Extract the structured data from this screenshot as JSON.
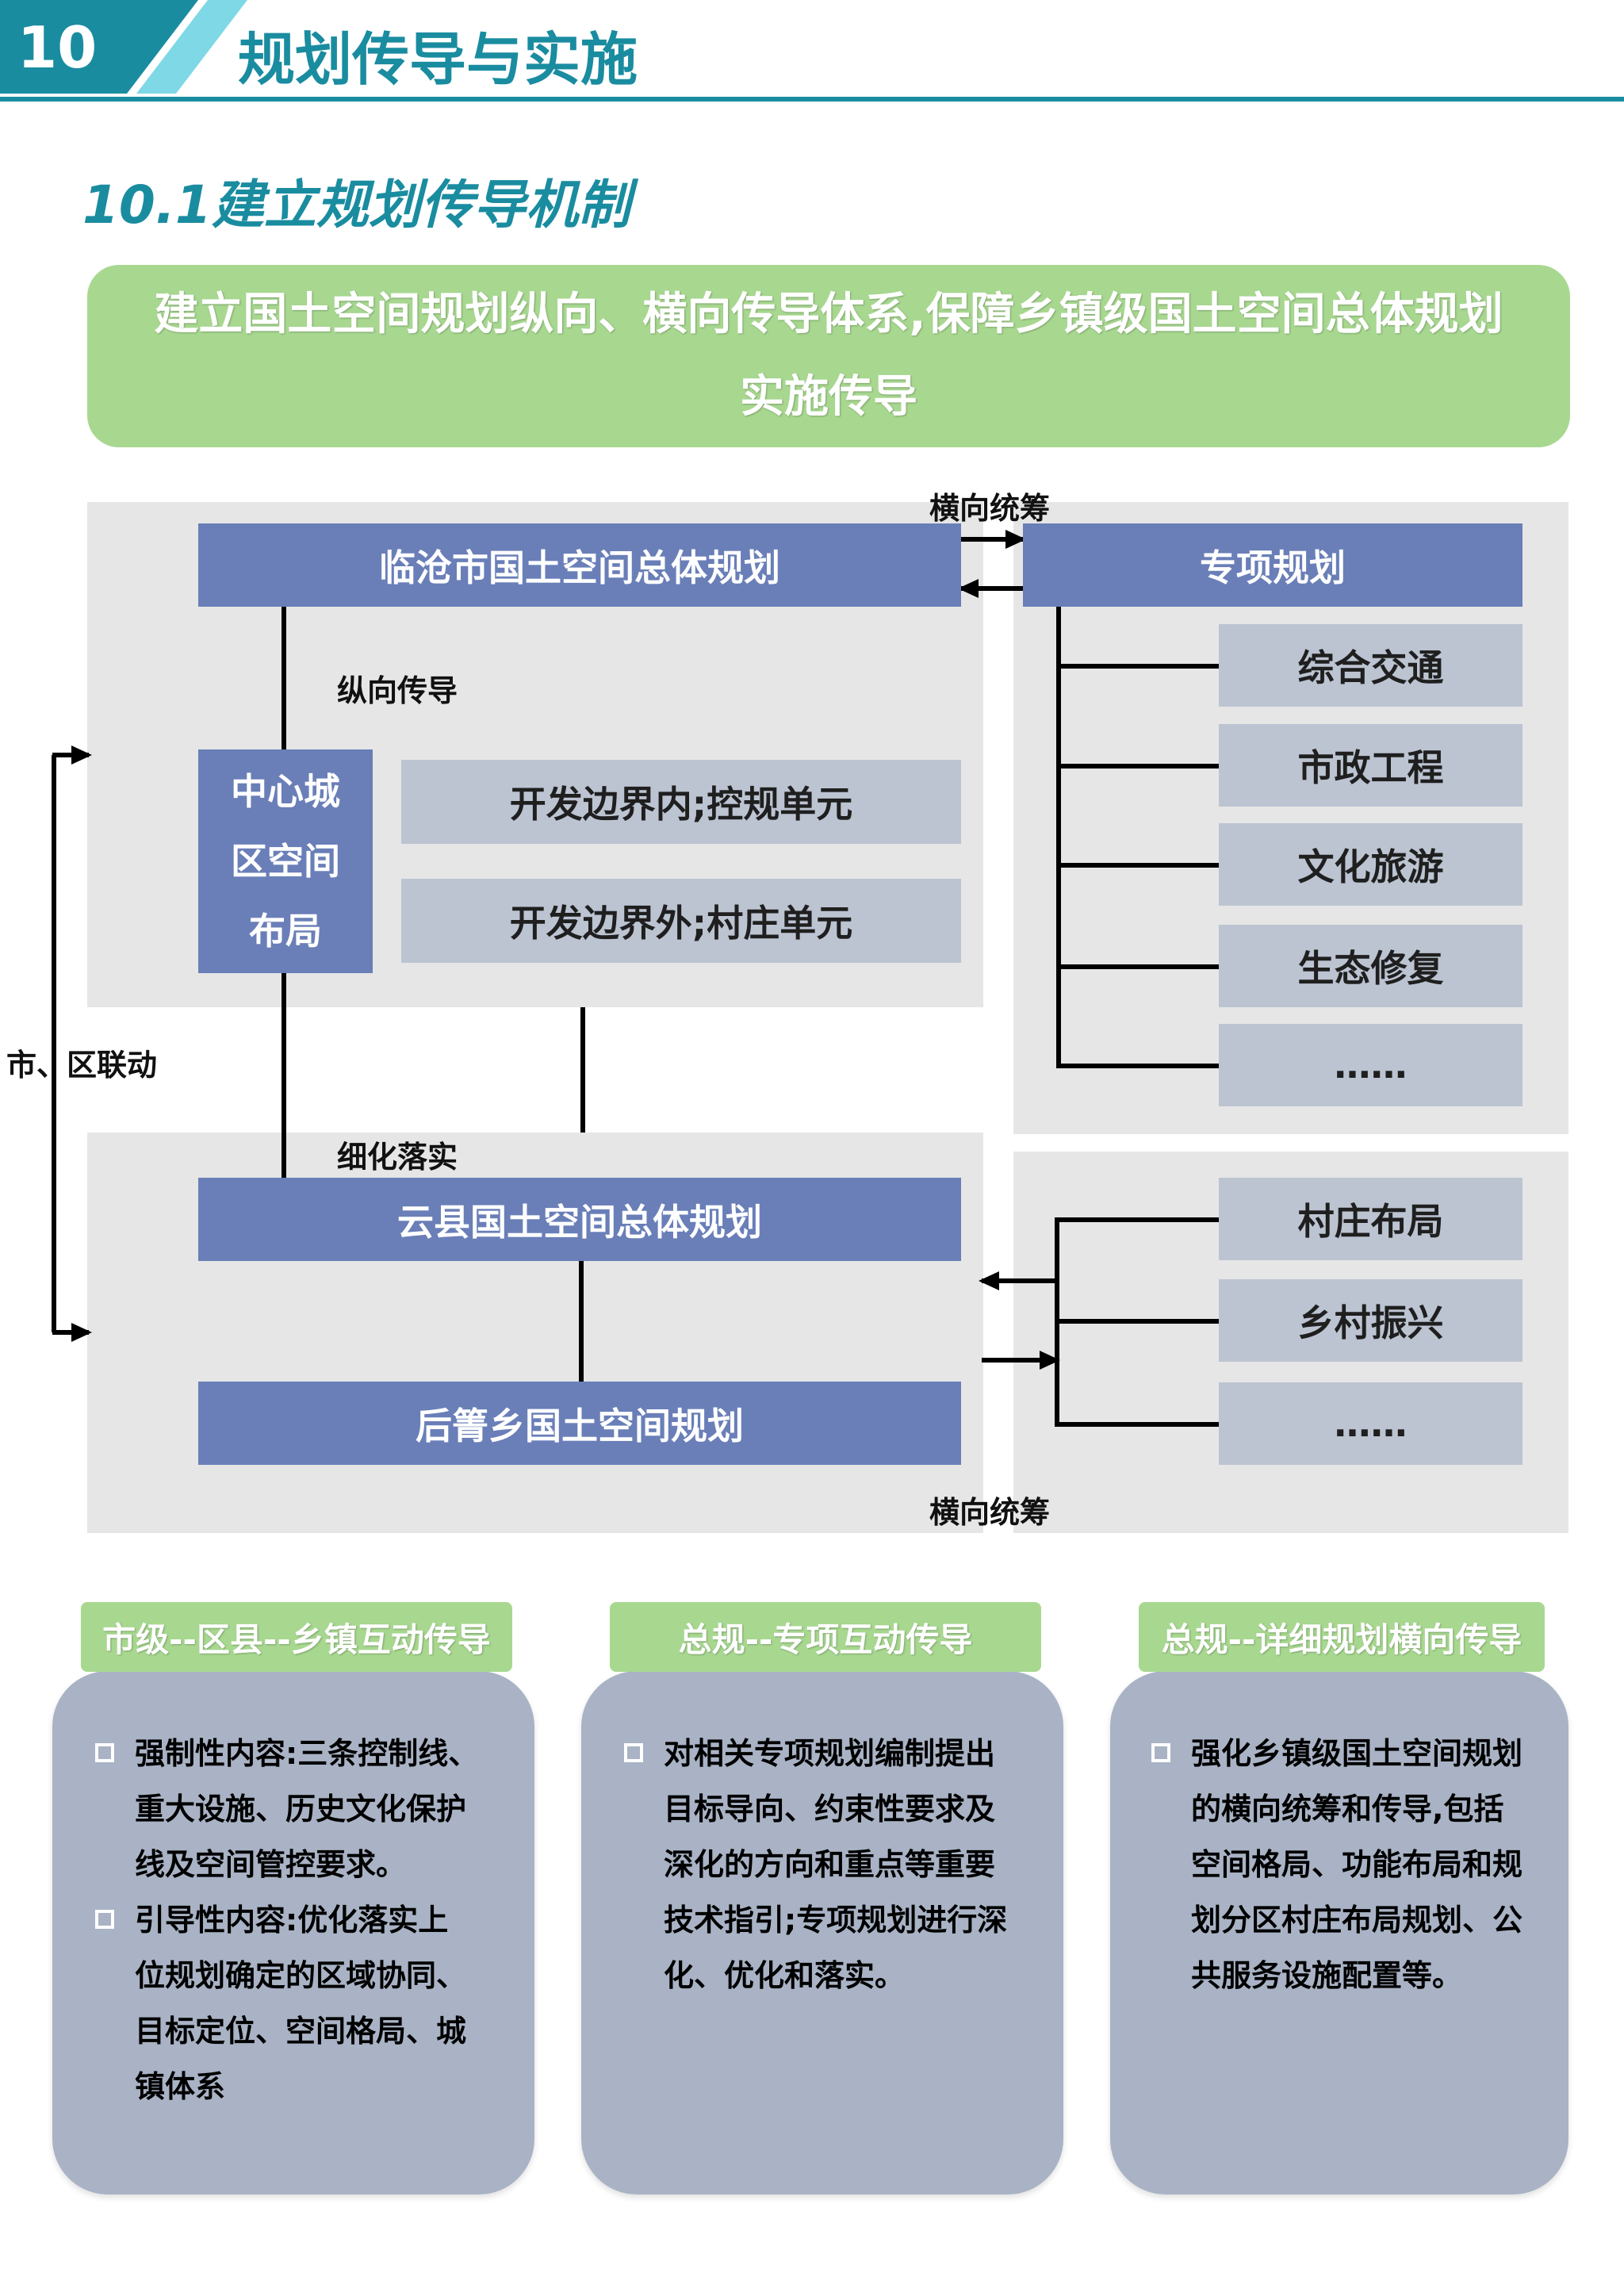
{
  "header": {
    "number": "10",
    "title": "规划传导与实施"
  },
  "section_title": "10.1建立规划传导机制",
  "banner": {
    "line1": "建立国土空间规划纵向、横向传导体系,保障乡镇级国土空间总体规划",
    "line2": "实施传导"
  },
  "diagram": {
    "lincang_master": "临沧市国土空间总体规划",
    "special_plan": "专项规划",
    "special_items": [
      "综合交通",
      "市政工程",
      "文化旅游",
      "生态修复",
      "……"
    ],
    "horizontal_top": "横向统筹",
    "vertical_label": "纵向传导",
    "center_layout": [
      "中心城",
      "区空间",
      "布局"
    ],
    "dev_inside": "开发边界内;控规单元",
    "dev_outside": "开发边界外;村庄单元",
    "city_district_link": "市、区联动",
    "refine_label": "细化落实",
    "yunxian_master": "云县国土空间总体规划",
    "houqing_plan": "后箐乡国土空间规划",
    "village_items": [
      "村庄布局",
      "乡村振兴",
      "……"
    ],
    "horizontal_bottom": "横向统筹"
  },
  "cards": [
    {
      "title": "市级--区县--乡镇互动传导",
      "bullets": [
        [
          "强制性内容:三条控制线、",
          "重大设施、历史文化保护",
          "线及空间管控要求。"
        ],
        [
          "引导性内容:优化落实上",
          "位规划确定的区域协同、",
          "目标定位、空间格局、城",
          "镇体系"
        ]
      ]
    },
    {
      "title": "总规--专项互动传导",
      "bullets": [
        [
          "对相关专项规划编制提出",
          "目标导向、约束性要求及",
          "深化的方向和重点等重要",
          "技术指引;专项规划进行深",
          "化、优化和落实。"
        ]
      ]
    },
    {
      "title": "总规--详细规划横向传导",
      "bullets": [
        [
          "强化乡镇级国土空间规划",
          "的横向统筹和传导,包括",
          "空间格局、功能布局和规",
          "划分区村庄布局规划、公",
          "共服务设施配置等。"
        ]
      ]
    }
  ],
  "colors": {
    "teal": "#1a8ca0",
    "blue_box": "#6a7fb8",
    "green": "#a8d890",
    "card": "#a9b3c5"
  }
}
